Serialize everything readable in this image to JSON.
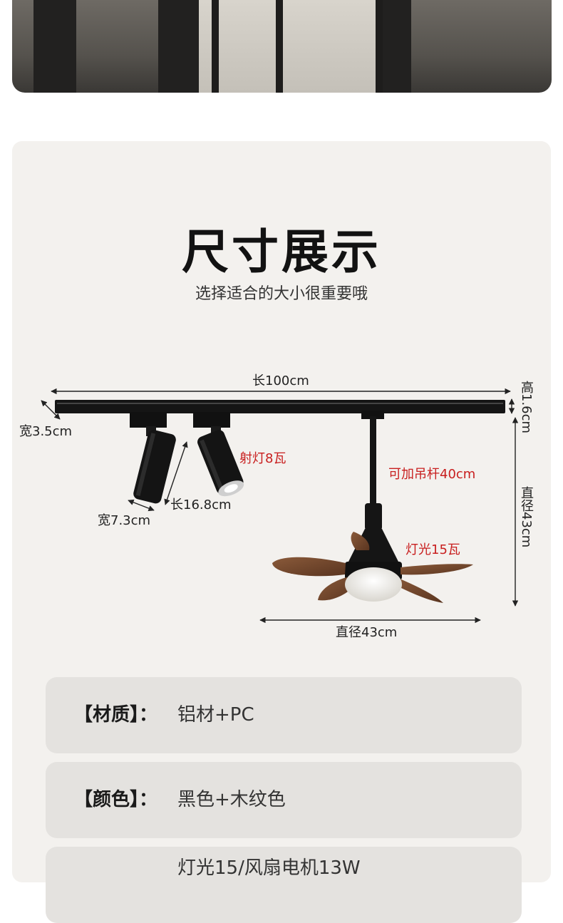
{
  "header": {
    "title": "尺寸展示",
    "subtitle": "选择适合的大小很重要哦"
  },
  "dimensions": {
    "rail_length": "长100cm",
    "rail_height": "高1.6cm",
    "rail_width": "宽3.5cm",
    "spot_power": "射灯8瓦",
    "spot_length": "长16.8cm",
    "spot_width": "宽7.3cm",
    "rod_length": "可加吊杆40cm",
    "fan_light_power": "灯光15瓦",
    "fan_diameter_vertical": "直径43cm",
    "fan_diameter": "直径43cm"
  },
  "specs": [
    {
      "key": "【材质】：",
      "value": "铝材+PC"
    },
    {
      "key": "【颜色】：",
      "value": "黑色+木纹色"
    },
    {
      "key": "",
      "value": "灯光15/风扇电机13W"
    }
  ],
  "colors": {
    "card_bg": "#f3f1ee",
    "spec_bg": "#e4e2df",
    "accent_red": "#c81e1e"
  }
}
